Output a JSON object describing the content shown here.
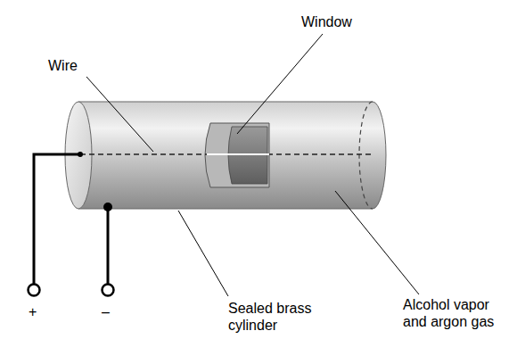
{
  "diagram": {
    "labels": [
      "Window",
      "Wire",
      "Sealed brass cylinder",
      "Alcohol vapor and argon gas",
      "+",
      "–"
    ]
  }
}
